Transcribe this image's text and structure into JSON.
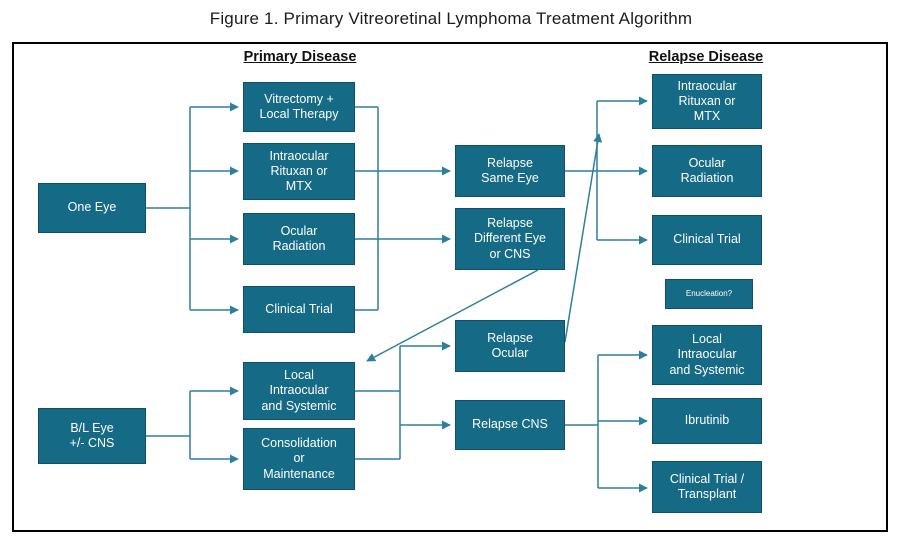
{
  "title": "Figure 1. Primary Vitreoretinal Lymphoma Treatment Algorithm",
  "columns": {
    "primary": "Primary Disease",
    "relapse": "Relapse Disease"
  },
  "nodes": {
    "one_eye": {
      "label": "One Eye"
    },
    "bl_eye": {
      "label": "B/L Eye\n+/- CNS"
    },
    "vitrectomy": {
      "label": "Vitrectomy +\nLocal Therapy"
    },
    "intraocular_rituxan_primary": {
      "label": "Intraocular\nRituxan or\nMTX"
    },
    "ocular_radiation_primary": {
      "label": "Ocular\nRadiation"
    },
    "clinical_trial_primary": {
      "label": "Clinical Trial"
    },
    "local_intraocular_primary": {
      "label": "Local\nIntraocular\nand Systemic"
    },
    "consolidation_maintenance": {
      "label": "Consolidation\nor\nMaintenance"
    },
    "relapse_same_eye": {
      "label": "Relapse\nSame Eye"
    },
    "relapse_different_eye": {
      "label": "Relapse\nDifferent Eye\nor CNS"
    },
    "relapse_ocular": {
      "label": "Relapse\nOcular"
    },
    "relapse_cns": {
      "label": "Relapse CNS"
    },
    "intraocular_rituxan_relapse": {
      "label": "Intraocular\nRituxan or\nMTX"
    },
    "ocular_radiation_relapse": {
      "label": "Ocular\nRadiation"
    },
    "clinical_trial_relapse": {
      "label": "Clinical Trial"
    },
    "enucleation": {
      "label": "Enucleation?"
    },
    "local_intraocular_relapse": {
      "label": "Local\nIntraocular\nand Systemic"
    },
    "ibrutinib": {
      "label": "Ibrutinib"
    },
    "clinical_trial_transplant": {
      "label": "Clinical Trial /\nTransplant"
    }
  },
  "colors": {
    "box_fill": "#156a86",
    "connector": "#2e7f9e"
  }
}
